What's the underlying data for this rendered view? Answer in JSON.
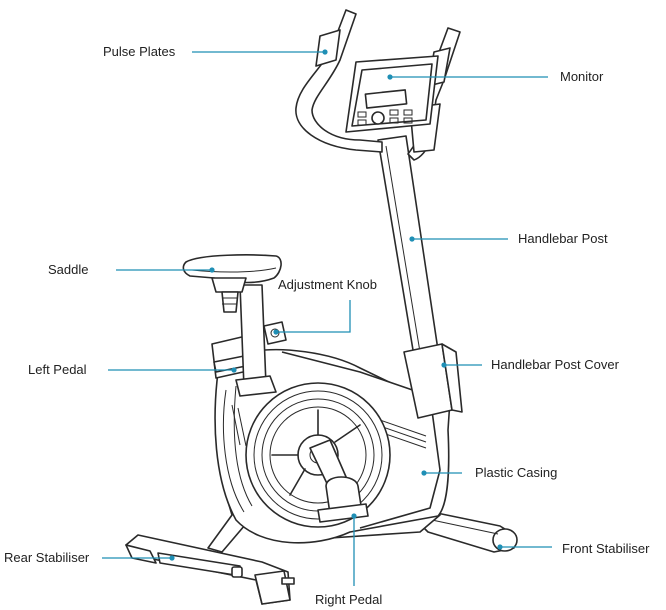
{
  "labels": {
    "pulse_plates": "Pulse Plates",
    "monitor": "Monitor",
    "handlebar_post": "Handlebar Post",
    "saddle": "Saddle",
    "adjustment_knob": "Adjustment Knob",
    "left_pedal": "Left Pedal",
    "handlebar_post_cover": "Handlebar Post Cover",
    "plastic_casing": "Plastic Casing",
    "rear_stabiliser": "Rear Stabiliser",
    "front_stabiliser": "Front Stabiliser",
    "right_pedal": "Right Pedal"
  },
  "colors": {
    "leader": "#1f8fb5",
    "drawing": "#2a2a2a",
    "text": "#222222"
  }
}
